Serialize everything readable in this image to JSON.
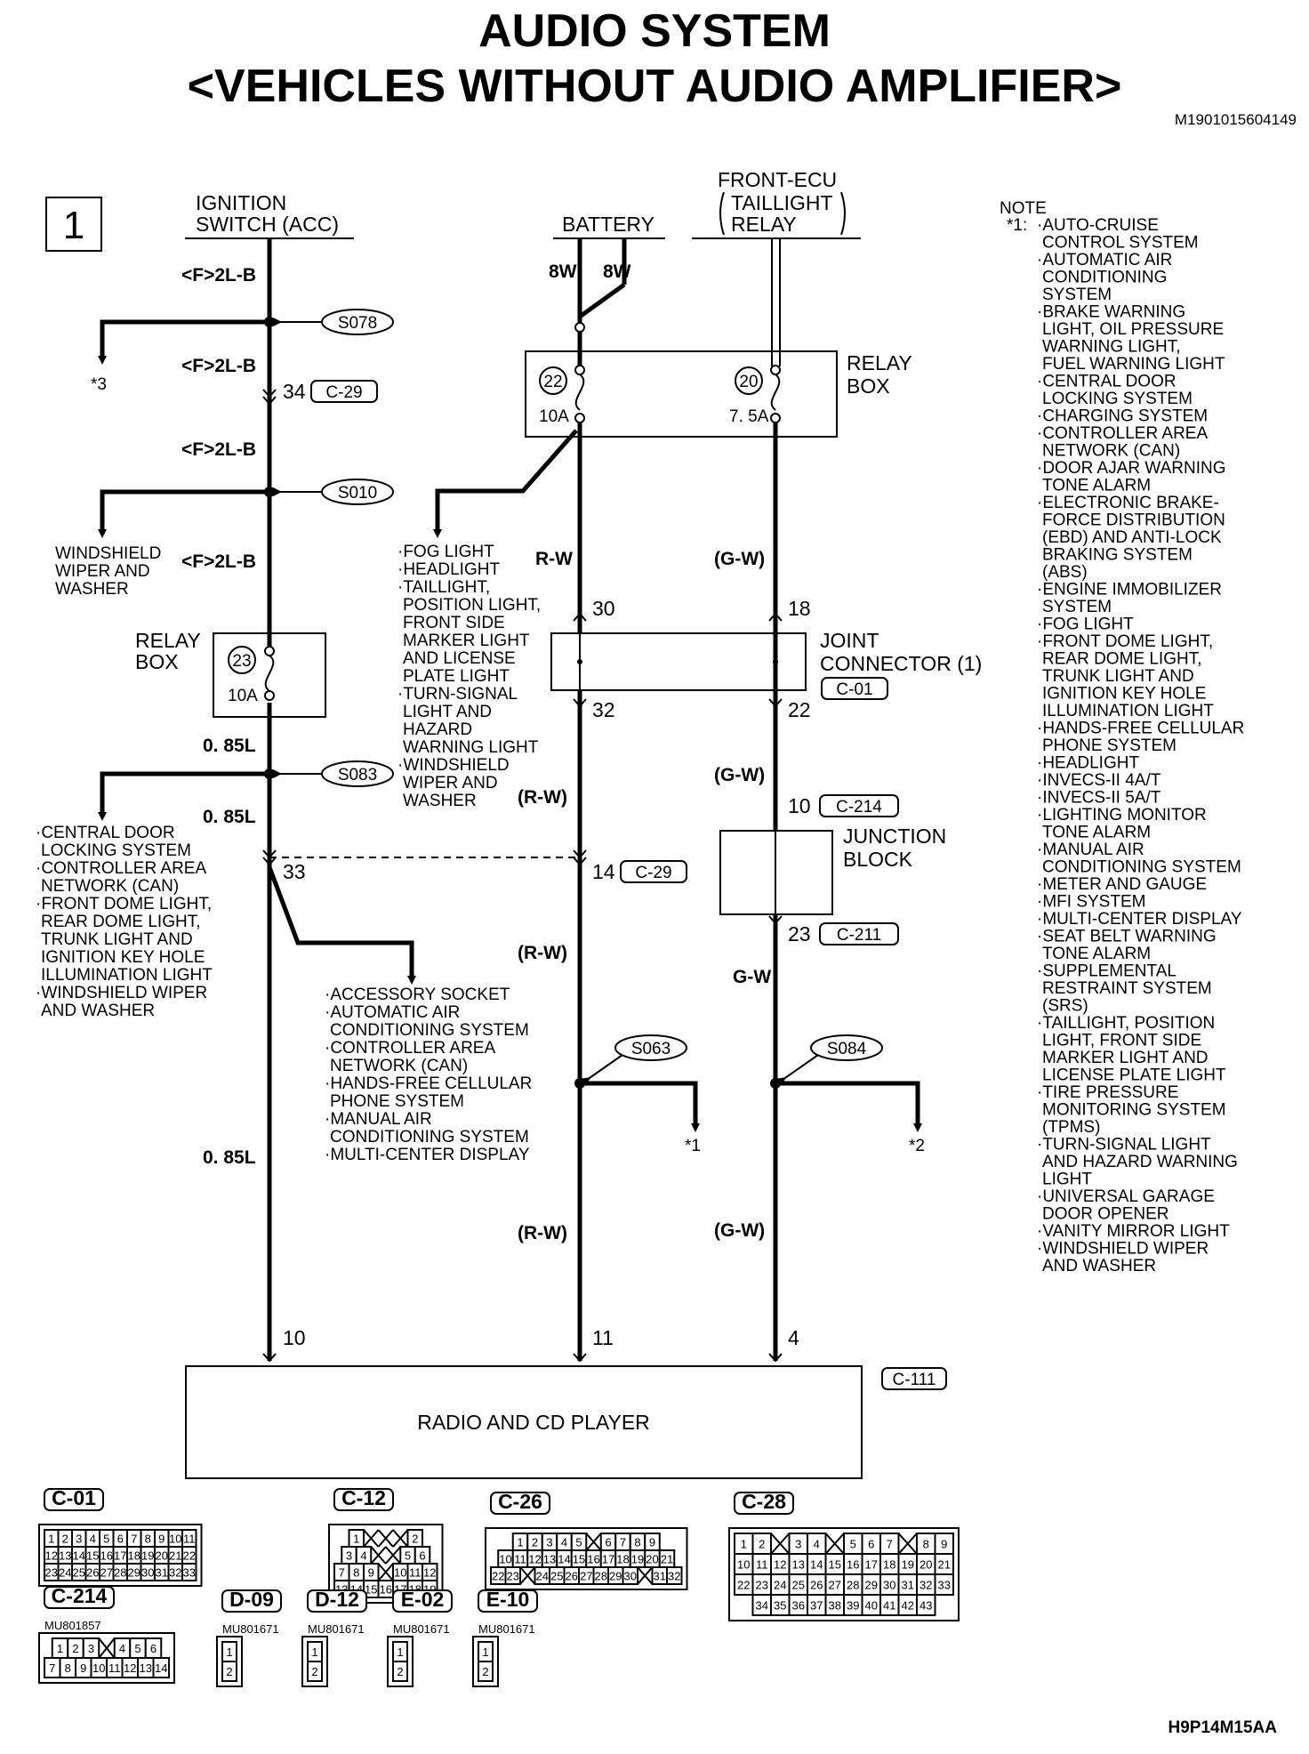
{
  "header": {
    "title_line1": "AUDIO SYSTEM",
    "title_line2": "<VEHICLES WITHOUT AUDIO AMPLIFIER>",
    "doc_code": "M1901015604149",
    "page_number": "1",
    "figure_code": "H9P14M15AA"
  },
  "sources": {
    "ignition": [
      "IGNITION",
      "SWITCH (ACC)"
    ],
    "battery": "BATTERY",
    "front_ecu": [
      "FRONT-ECU",
      "TAILLIGHT",
      "RELAY"
    ]
  },
  "wires": {
    "f2lb": "<F>2L-B",
    "w8": "8W",
    "rw": "R-W",
    "rw_paren": "(R-W)",
    "gw": "G-W",
    "gw_paren": "(G-W)",
    "l085": "0. 85L"
  },
  "splices": {
    "s078": "S078",
    "s010": "S010",
    "s083": "S083",
    "s063": "S063",
    "s084": "S084"
  },
  "connectors": {
    "c29": "C-29",
    "c01": "C-01",
    "c214": "C-214",
    "c211": "C-211",
    "c111": "C-111"
  },
  "pins": {
    "p34": "34",
    "p33": "33",
    "p30": "30",
    "p32": "32",
    "p14": "14",
    "p18": "18",
    "p22": "22",
    "p10": "10",
    "p23": "23",
    "p11": "11",
    "p4": "4"
  },
  "components": {
    "relay_box": [
      "RELAY",
      "BOX"
    ],
    "fuse22": "22",
    "fuse22_rating": "10A",
    "fuse20": "20",
    "fuse20_rating": "7. 5A",
    "fuse23": "23",
    "fuse23_rating": "10A",
    "joint_connector": [
      "JOINT",
      "CONNECTOR (1)"
    ],
    "junction_block": [
      "JUNCTION",
      "BLOCK"
    ],
    "radio": "RADIO AND CD PLAYER"
  },
  "references": {
    "star1": "*1",
    "star2": "*2",
    "star3": "*3"
  },
  "destinations": {
    "wiper": [
      "WINDSHIELD",
      "WIPER AND",
      "WASHER"
    ],
    "fog": [
      "·FOG LIGHT",
      "·HEADLIGHT",
      "·TAILLIGHT,",
      "POSITION LIGHT,",
      "FRONT SIDE",
      "MARKER LIGHT",
      "AND LICENSE",
      "PLATE LIGHT",
      "·TURN-SIGNAL",
      "LIGHT AND",
      "HAZARD",
      "WARNING LIGHT",
      "·WINDSHIELD",
      "WIPER AND",
      "WASHER"
    ],
    "central": [
      "·CENTRAL DOOR",
      "LOCKING SYSTEM",
      "·CONTROLLER AREA",
      "NETWORK (CAN)",
      "·FRONT DOME LIGHT,",
      "REAR DOME LIGHT,",
      "TRUNK LIGHT AND",
      "IGNITION KEY HOLE",
      "ILLUMINATION LIGHT",
      "·WINDSHIELD WIPER",
      "AND WASHER"
    ],
    "accessory": [
      "·ACCESSORY SOCKET",
      "·AUTOMATIC AIR",
      "CONDITIONING SYSTEM",
      "·CONTROLLER AREA",
      "NETWORK (CAN)",
      "·HANDS-FREE CELLULAR",
      "PHONE SYSTEM",
      "·MANUAL AIR",
      "CONDITIONING SYSTEM",
      "·MULTI-CENTER DISPLAY"
    ]
  },
  "note": {
    "heading": "NOTE",
    "marker": "*1:",
    "lines": [
      "·AUTO-CRUISE",
      "CONTROL SYSTEM",
      "·AUTOMATIC AIR",
      "CONDITIONING",
      "SYSTEM",
      "·BRAKE WARNING",
      "LIGHT, OIL PRESSURE",
      "WARNING LIGHT,",
      "FUEL WARNING LIGHT",
      "·CENTRAL DOOR",
      "LOCKING SYSTEM",
      "·CHARGING SYSTEM",
      "·CONTROLLER AREA",
      "NETWORK (CAN)",
      "·DOOR AJAR WARNING",
      "TONE ALARM",
      "·ELECTRONIC BRAKE-",
      "FORCE DISTRIBUTION",
      "(EBD) AND ANTI-LOCK",
      "BRAKING SYSTEM",
      "(ABS)",
      "·ENGINE IMMOBILIZER",
      "SYSTEM",
      "·FOG LIGHT",
      "·FRONT DOME LIGHT,",
      "REAR DOME LIGHT,",
      "TRUNK LIGHT AND",
      "IGNITION KEY HOLE",
      "ILLUMINATION LIGHT",
      "·HANDS-FREE CELLULAR",
      "PHONE SYSTEM",
      "·HEADLIGHT",
      "·INVECS-II 4A/T",
      "·INVECS-II 5A/T",
      "·LIGHTING MONITOR",
      "TONE ALARM",
      "·MANUAL AIR",
      "CONDITIONING SYSTEM",
      "·METER AND GAUGE",
      "·MFI SYSTEM",
      "·MULTI-CENTER DISPLAY",
      "·SEAT BELT WARNING",
      "TONE ALARM",
      "·SUPPLEMENTAL",
      "RESTRAINT SYSTEM",
      "(SRS)",
      "·TAILLIGHT, POSITION",
      "LIGHT, FRONT SIDE",
      "MARKER LIGHT AND",
      "LICENSE PLATE LIGHT",
      "·TIRE PRESSURE",
      "MONITORING SYSTEM",
      "(TPMS)",
      "·TURN-SIGNAL LIGHT",
      "AND HAZARD WARNING",
      "LIGHT",
      "·UNIVERSAL GARAGE",
      "DOOR OPENER",
      "·VANITY MIRROR LIGHT",
      "·WINDSHIELD WIPER",
      "AND WASHER"
    ]
  },
  "connector_views": [
    {
      "label": "C-01",
      "part": "",
      "rows": [
        [
          "1",
          "2",
          "3",
          "4",
          "5",
          "6",
          "7",
          "8",
          "9",
          "10",
          "11"
        ],
        [
          "12",
          "13",
          "14",
          "15",
          "16",
          "17",
          "18",
          "19",
          "20",
          "21",
          "22"
        ],
        [
          "23",
          "24",
          "25",
          "26",
          "27",
          "28",
          "29",
          "30",
          "31",
          "32",
          "33"
        ]
      ]
    },
    {
      "label": "C-12",
      "part": "",
      "rows": [
        [
          "1",
          "",
          "",
          "",
          "2"
        ],
        [
          "3",
          "4",
          "",
          "",
          "5",
          "6"
        ],
        [
          "7",
          "8",
          "9",
          "",
          "10",
          "11",
          "12"
        ],
        [
          "13",
          "14",
          "15",
          "16",
          "17",
          "18",
          "19"
        ]
      ]
    },
    {
      "label": "C-26",
      "part": "",
      "rows": [
        [
          "1",
          "2",
          "3",
          "4",
          "5",
          "",
          "6",
          "7",
          "8",
          "9"
        ],
        [
          "10",
          "11",
          "12",
          "13",
          "14",
          "15",
          "16",
          "17",
          "18",
          "19",
          "20",
          "21"
        ],
        [
          "22",
          "23",
          "",
          "24",
          "25",
          "26",
          "27",
          "28",
          "29",
          "30",
          "",
          "31",
          "32"
        ]
      ]
    },
    {
      "label": "C-28",
      "part": "",
      "rows": [
        [
          "1",
          "2",
          "",
          "3",
          "4",
          "",
          "5",
          "6",
          "7",
          "",
          "8",
          "9"
        ],
        [
          "10",
          "11",
          "12",
          "13",
          "14",
          "15",
          "16",
          "17",
          "18",
          "19",
          "20",
          "21"
        ],
        [
          "22",
          "23",
          "24",
          "25",
          "26",
          "27",
          "28",
          "29",
          "30",
          "31",
          "32",
          "33"
        ],
        [
          "34",
          "35",
          "36",
          "37",
          "38",
          "39",
          "40",
          "41",
          "42",
          "43"
        ]
      ]
    },
    {
      "label": "C-214",
      "part": "MU801857",
      "rows": [
        [
          "1",
          "2",
          "3",
          "",
          "4",
          "5",
          "6"
        ],
        [
          "7",
          "8",
          "9",
          "10",
          "11",
          "12",
          "13",
          "14"
        ]
      ]
    },
    {
      "label": "D-09",
      "part": "MU801671",
      "rows": [
        [
          "1"
        ],
        [
          "2"
        ]
      ]
    },
    {
      "label": "D-12",
      "part": "MU801671",
      "rows": [
        [
          "1"
        ],
        [
          "2"
        ]
      ]
    },
    {
      "label": "E-02",
      "part": "MU801671",
      "rows": [
        [
          "1"
        ],
        [
          "2"
        ]
      ]
    },
    {
      "label": "E-10",
      "part": "MU801671",
      "rows": [
        [
          "1"
        ],
        [
          "2"
        ]
      ]
    }
  ]
}
